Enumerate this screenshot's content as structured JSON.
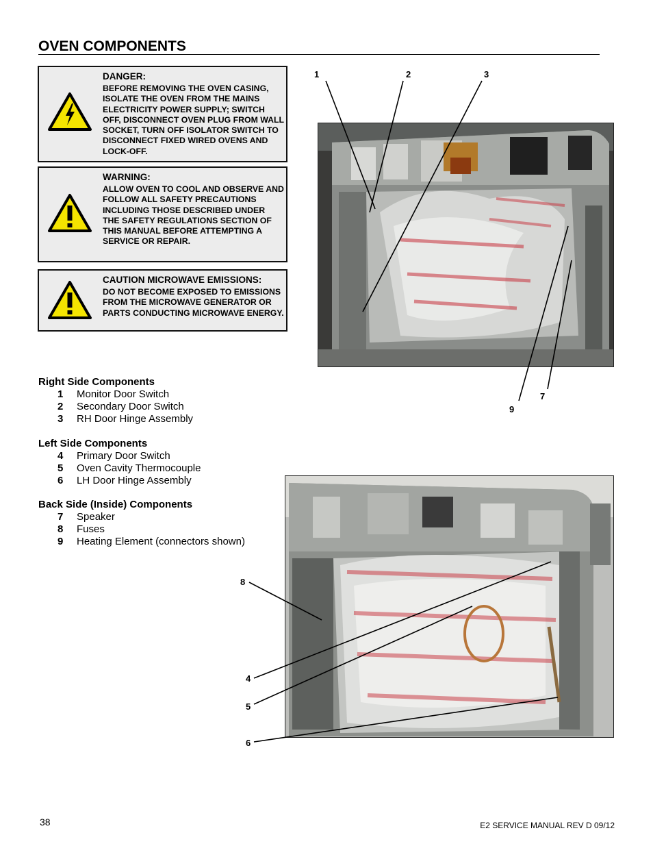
{
  "page": {
    "title": "OVEN COMPONENTS",
    "page_number": "38",
    "footer": "E2 SERVICE MANUAL REV D 09/12"
  },
  "warnings": [
    {
      "heading": "DANGER:",
      "body": "BEFORE REMOVING THE OVEN CASING, ISOLATE THE OVEN FROM THE MAINS ELECTRICITY POWER SUPPLY; SWITCH OFF, DISCONNECT OVEN PLUG FROM WALL SOCKET, TURN OFF ISOLATOR SWITCH TO DISCONNECT FIXED WIRED OVENS AND LOCK-OFF.",
      "icon": "high-voltage-icon"
    },
    {
      "heading": "WARNING:",
      "body": "ALLOW OVEN TO COOL AND OBSERVE AND FOLLOW ALL SAFETY PRECAUTIONS INCLUDING THOSE DESCRIBED UNDER THE SAFETY REGULATIONS SECTION OF THIS MANUAL BEFORE ATTEMPTING A SERVICE OR REPAIR.",
      "icon": "exclamation-icon"
    },
    {
      "heading": "CAUTION MICROWAVE EMISSIONS:",
      "body": "DO NOT BECOME EXPOSED TO EMISSIONS FROM THE MICROWAVE GENERATOR OR PARTS CONDUCTING MICROWAVE ENERGY.",
      "icon": "exclamation-icon"
    }
  ],
  "components": {
    "right": {
      "title": "Right Side Components",
      "items": [
        {
          "num": "1",
          "label": "Monitor Door Switch"
        },
        {
          "num": "2",
          "label": "Secondary Door Switch"
        },
        {
          "num": "3",
          "label": "RH Door Hinge Assembly"
        }
      ]
    },
    "left": {
      "title": "Left Side Components",
      "items": [
        {
          "num": "4",
          "label": "Primary Door Switch"
        },
        {
          "num": "5",
          "label": "Oven Cavity Thermocouple"
        },
        {
          "num": "6",
          "label": "LH Door Hinge Assembly"
        }
      ]
    },
    "back": {
      "title": "Back Side (Inside) Components",
      "items": [
        {
          "num": "7",
          "label": "Speaker"
        },
        {
          "num": "8",
          "label": "Fuses"
        },
        {
          "num": "9",
          "label": "Heating Element (connectors shown)"
        }
      ]
    }
  },
  "callouts": {
    "c1": "1",
    "c2": "2",
    "c3": "3",
    "c4": "4",
    "c5": "5",
    "c6": "6",
    "c7": "7",
    "c8": "8",
    "c9": "9"
  },
  "colors": {
    "warning_yellow": "#f4e400",
    "box_fill": "#ececec",
    "insulation_red": "#c8323c"
  }
}
